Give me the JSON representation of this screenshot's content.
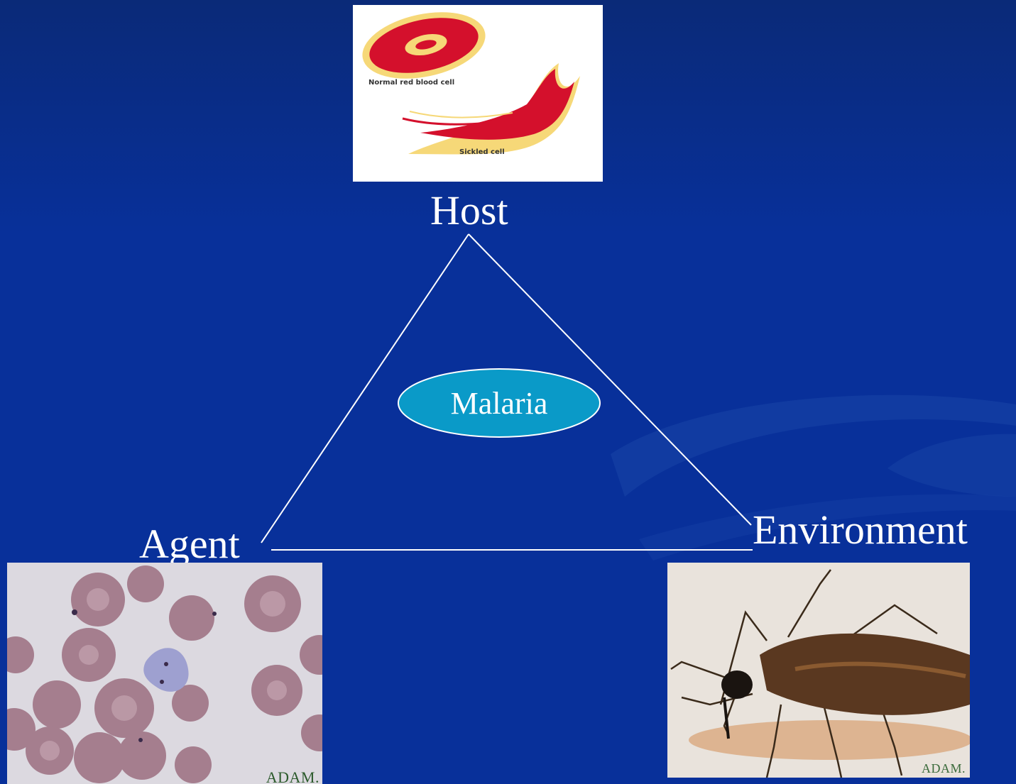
{
  "diagram": {
    "center": "Malaria",
    "nodes": {
      "host": "Host",
      "agent": "Agent",
      "environment": "Environment"
    }
  },
  "host_image": {
    "normal_caption": "Normal red blood cell",
    "sickled_caption": "Sickled cell"
  },
  "agent_image": {
    "watermark": "ADAM."
  },
  "environment_image": {
    "watermark": "ADAM."
  },
  "colors": {
    "background": "#08309a",
    "lines": "#ffffff",
    "ellipse_fill": "#0a9ac8",
    "cell_red": "#d4102c",
    "cell_yellow": "#f6d878"
  }
}
